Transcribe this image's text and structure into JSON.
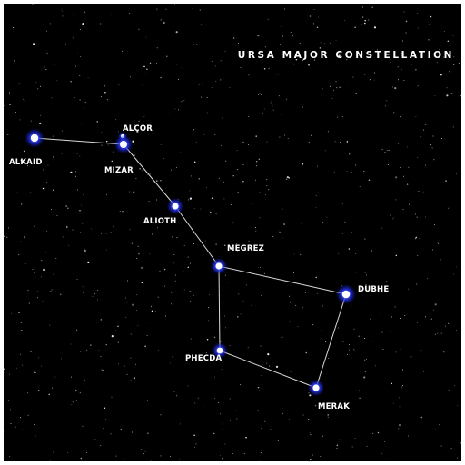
{
  "title": "URSA MAJOR CONSTELLATION",
  "colors": {
    "sky": "#000000",
    "star_core": "#ffffff",
    "star_glow": "#2b3bff",
    "line": "#d8d8d8",
    "label": "#ffffff"
  },
  "stars": [
    {
      "id": "alkaid",
      "name": "ALKAID"
    },
    {
      "id": "alcor",
      "name": "ALCOR"
    },
    {
      "id": "mizar",
      "name": "MIZAR"
    },
    {
      "id": "alioth",
      "name": "ALIOTH"
    },
    {
      "id": "megrez",
      "name": "MEGREZ"
    },
    {
      "id": "dubhe",
      "name": "DUBHE"
    },
    {
      "id": "phecda",
      "name": "PHECDA"
    },
    {
      "id": "merak",
      "name": "MERAK"
    }
  ],
  "connections": [
    [
      "alkaid",
      "mizar"
    ],
    [
      "mizar",
      "alioth"
    ],
    [
      "alioth",
      "megrez"
    ],
    [
      "megrez",
      "dubhe"
    ],
    [
      "dubhe",
      "merak"
    ],
    [
      "merak",
      "phecda"
    ],
    [
      "phecda",
      "megrez"
    ]
  ]
}
